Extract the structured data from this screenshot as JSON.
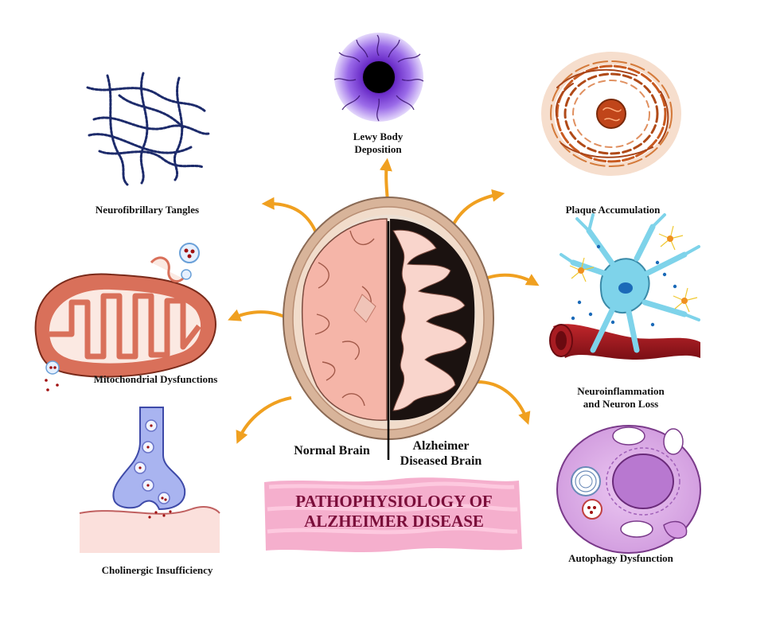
{
  "title": {
    "line1": "PATHOPHYSIOLOGY OF",
    "line2": "ALZHEIMER DISEASE"
  },
  "brain": {
    "left_label": "Normal Brain",
    "right_label_line1": "Alzheimer",
    "right_label_line2": "Diseased Brain"
  },
  "labels": {
    "neurofibrillary": "Neurofibrillary Tangles",
    "lewy_line1": "Lewy Body",
    "lewy_line2": "Deposition",
    "plaque": "Plaque Accumulation",
    "mitochondrial": "Mitochondrial Dysfunctions",
    "neuroinflammation_line1": "Neuroinflammation",
    "neuroinflammation_line2": "and Neuron Loss",
    "cholinergic": "Cholinergic Insufficiency",
    "autophagy": "Autophagy Dysfunction"
  },
  "colors": {
    "arrow": "#f0a020",
    "title_band": "#f4a6c8",
    "title_text": "#7a0e3a",
    "brain_normal": "#f5b5a8",
    "brain_diseased": "#f9d5cc",
    "skull": "#d8b49a",
    "mitochondria": "#d9705a",
    "synapse": "#a9b4f0",
    "neuron": "#7ed3ea",
    "cell": "#dba8e6",
    "tangle": "#1d2b6b",
    "plaque": "#c85a20",
    "lewy": "#8a4fd8"
  }
}
